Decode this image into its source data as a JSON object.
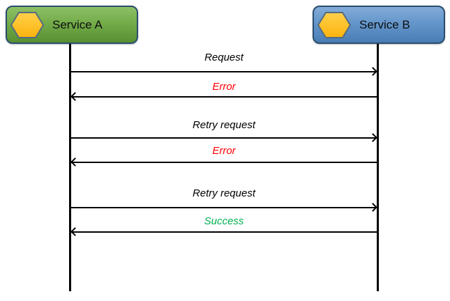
{
  "diagram": {
    "type": "sequence-diagram",
    "background": "#ffffff",
    "lifeline_color": "#000000",
    "arrow_color": "#000000",
    "actors": [
      {
        "name": "Service A",
        "icon": "hexagon-icon",
        "icon_fill": "#fdc226",
        "icon_border": "#566b80",
        "box_fill_top": "#8dc066",
        "box_fill_bottom": "#579033",
        "box_border": "#2b4d6e"
      },
      {
        "name": "Service B",
        "icon": "hexagon-icon",
        "icon_fill": "#fdc226",
        "icon_border": "#566b80",
        "box_fill_top": "#83abd8",
        "box_fill_bottom": "#497db4",
        "box_border": "#2b4d6e"
      }
    ],
    "messages": [
      {
        "label": "Request",
        "from": "Service A",
        "to": "Service B",
        "direction": "right",
        "color": "#000000"
      },
      {
        "label": "Error",
        "from": "Service B",
        "to": "Service A",
        "direction": "left",
        "color": "#ff0000"
      },
      {
        "label": "Retry request",
        "from": "Service A",
        "to": "Service B",
        "direction": "right",
        "color": "#000000"
      },
      {
        "label": "Error",
        "from": "Service B",
        "to": "Service A",
        "direction": "left",
        "color": "#ff0000"
      },
      {
        "label": "Retry request",
        "from": "Service A",
        "to": "Service B",
        "direction": "right",
        "color": "#000000"
      },
      {
        "label": "Success",
        "from": "Service B",
        "to": "Service A",
        "direction": "left",
        "color": "#00b050"
      }
    ]
  }
}
